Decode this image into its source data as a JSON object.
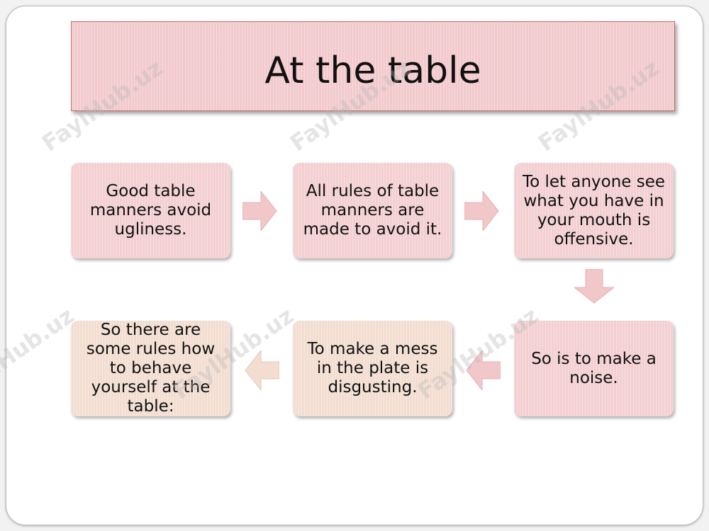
{
  "title": "At the table",
  "steps": [
    {
      "text": "Good table manners avoid ugliness."
    },
    {
      "text": "All rules of table manners are made to avoid it."
    },
    {
      "text": "To let anyone see what you have in your mouth is offensive."
    },
    {
      "text": "So is to make a noise."
    },
    {
      "text": "To make a mess in the plate is disgusting."
    },
    {
      "text": "So there are some rules how to behave yourself at the table:"
    }
  ],
  "watermark": "FaylHub.uz",
  "colors": {
    "pink": "#f3cfd1",
    "cream": "#f3ddd1",
    "arrow": "#f1c7c9"
  },
  "arrow_icons": [
    "right-arrow-icon",
    "right-arrow-icon",
    "down-arrow-icon",
    "left-arrow-icon",
    "left-arrow-icon"
  ]
}
